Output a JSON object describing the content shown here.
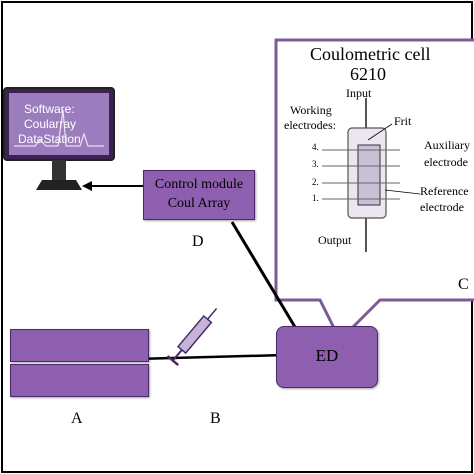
{
  "monitor": {
    "lines": [
      "Software:",
      "Coularray",
      "DataStation"
    ]
  },
  "control": {
    "line1": "Control module",
    "line2": "Coul Array",
    "tag": "D"
  },
  "ed": {
    "label": "ED"
  },
  "column": {
    "tag": "A"
  },
  "syringe": {
    "tag": "B"
  },
  "cell": {
    "title1": "Coulometric cell",
    "title2": "6210",
    "input": "Input",
    "output": "Output",
    "working1": "Working",
    "working2": "electrodes:",
    "frit": "Frit",
    "auxiliary1": "Auxiliary",
    "auxiliary2": "electrode",
    "reference1": "Reference",
    "reference2": "electrode",
    "numbers": [
      "4.",
      "3.",
      "2.",
      "1."
    ],
    "tag": "C"
  },
  "colors": {
    "purple": "#8e5fae",
    "light_purple": "#a98bc4",
    "callout_border": "#7d5a99"
  }
}
